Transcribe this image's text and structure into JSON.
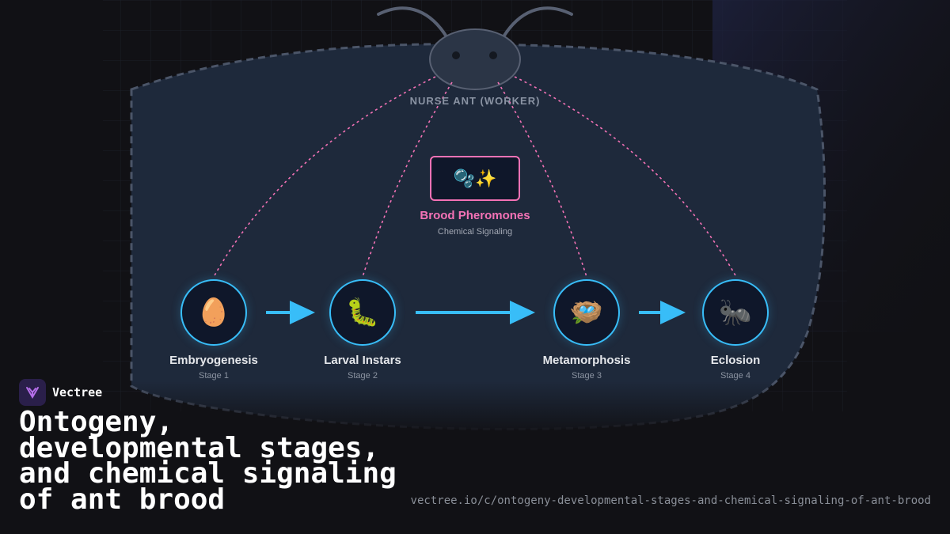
{
  "diagram": {
    "source_label": "NURSE ANT (WORKER)",
    "signal": {
      "icon": "🫧✨",
      "title": "Brood Pheromones",
      "subtitle": "Chemical Signaling"
    },
    "stages": [
      {
        "icon": "🥚",
        "title": "Embryogenesis",
        "subtitle": "Stage 1"
      },
      {
        "icon": "🐛",
        "title": "Larval Instars",
        "subtitle": "Stage 2"
      },
      {
        "icon": "🪺",
        "title": "Metamorphosis",
        "subtitle": "Stage 3"
      },
      {
        "icon": "🐜",
        "title": "Eclosion",
        "subtitle": "Stage 4"
      }
    ]
  },
  "brand": {
    "name": "Vectree",
    "logo_icon": "vectree-logo-icon"
  },
  "title_lines": [
    "Ontogeny,",
    "developmental stages,",
    "and chemical signaling",
    "of ant brood"
  ],
  "url": "vectree.io/c/ontogeny-developmental-stages-and-chemical-signaling-of-ant-brood",
  "colors": {
    "stage_accent": "#38bdf8",
    "signal_accent": "#f472b6",
    "panel": "#1e293b",
    "background": "#111115"
  }
}
